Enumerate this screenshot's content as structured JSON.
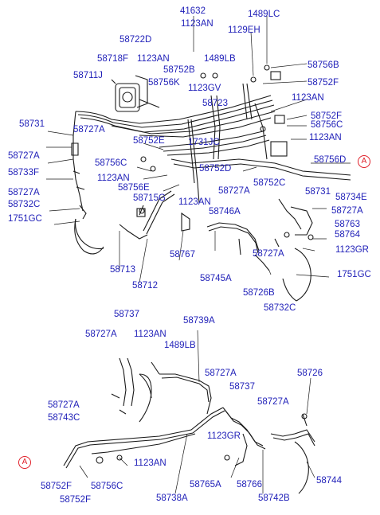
{
  "diagram": {
    "colors": {
      "label": "#1f1fb8",
      "line": "#1a1a1a",
      "marker": "#e0202a"
    },
    "marker_text": "A",
    "labels": {
      "41632": "41632",
      "1489LC": "1489LC",
      "1123AN_a": "1123AN",
      "1129EH": "1129EH",
      "58722D": "58722D",
      "58718F": "58718F",
      "1123AN_b": "1123AN",
      "1489LB_a": "1489LB",
      "58756B": "58756B",
      "58752B": "58752B",
      "58711J": "58711J",
      "58756K": "58756K",
      "1123GV": "1123GV",
      "58752F_a": "58752F",
      "1123AN_c": "1123AN",
      "58723": "58723",
      "58752F_b": "58752F",
      "58756C_a": "58756C",
      "58731_a": "58731",
      "58727A_a": "58727A",
      "58752E": "58752E",
      "1731JC": "1731JC",
      "1123AN_d": "1123AN",
      "58727A_b": "58727A",
      "58756D": "58756D",
      "58733F": "58733F",
      "58756C_b": "58756C",
      "58752D": "58752D",
      "1123AN_e": "1123AN",
      "58752C": "58752C",
      "58756E": "58756E",
      "58727A_c": "58727A",
      "58732C_a": "58732C",
      "58715G": "58715G",
      "58727A_d": "58727A",
      "58731_b": "58731",
      "58734E": "58734E",
      "1123AN_f": "1123AN",
      "58727A_e": "58727A",
      "1751GC_a": "1751GC",
      "58746A": "58746A",
      "58763": "58763",
      "58764": "58764",
      "58767": "58767",
      "1123GR_a": "1123GR",
      "58713": "58713",
      "58727A_f": "58727A",
      "1751GC_b": "1751GC",
      "58745A": "58745A",
      "58712": "58712",
      "58726B": "58726B",
      "58732C_b": "58732C",
      "58737_a": "58737",
      "58739A": "58739A",
      "58727A_g": "58727A",
      "1123AN_g": "1123AN",
      "1489LB_b": "1489LB",
      "58727A_h": "58727A",
      "58726": "58726",
      "58737_b": "58737",
      "58727A_i": "58727A",
      "58743C": "58743C",
      "58727A_j": "58727A",
      "1123GR_b": "1123GR",
      "1123AN_h": "1123AN",
      "58752F_c": "58752F",
      "58756C_c": "58756C",
      "58765A": "58765A",
      "58766": "58766",
      "58744": "58744",
      "58752F_d": "58752F",
      "58738A": "58738A",
      "58742B": "58742B"
    }
  }
}
